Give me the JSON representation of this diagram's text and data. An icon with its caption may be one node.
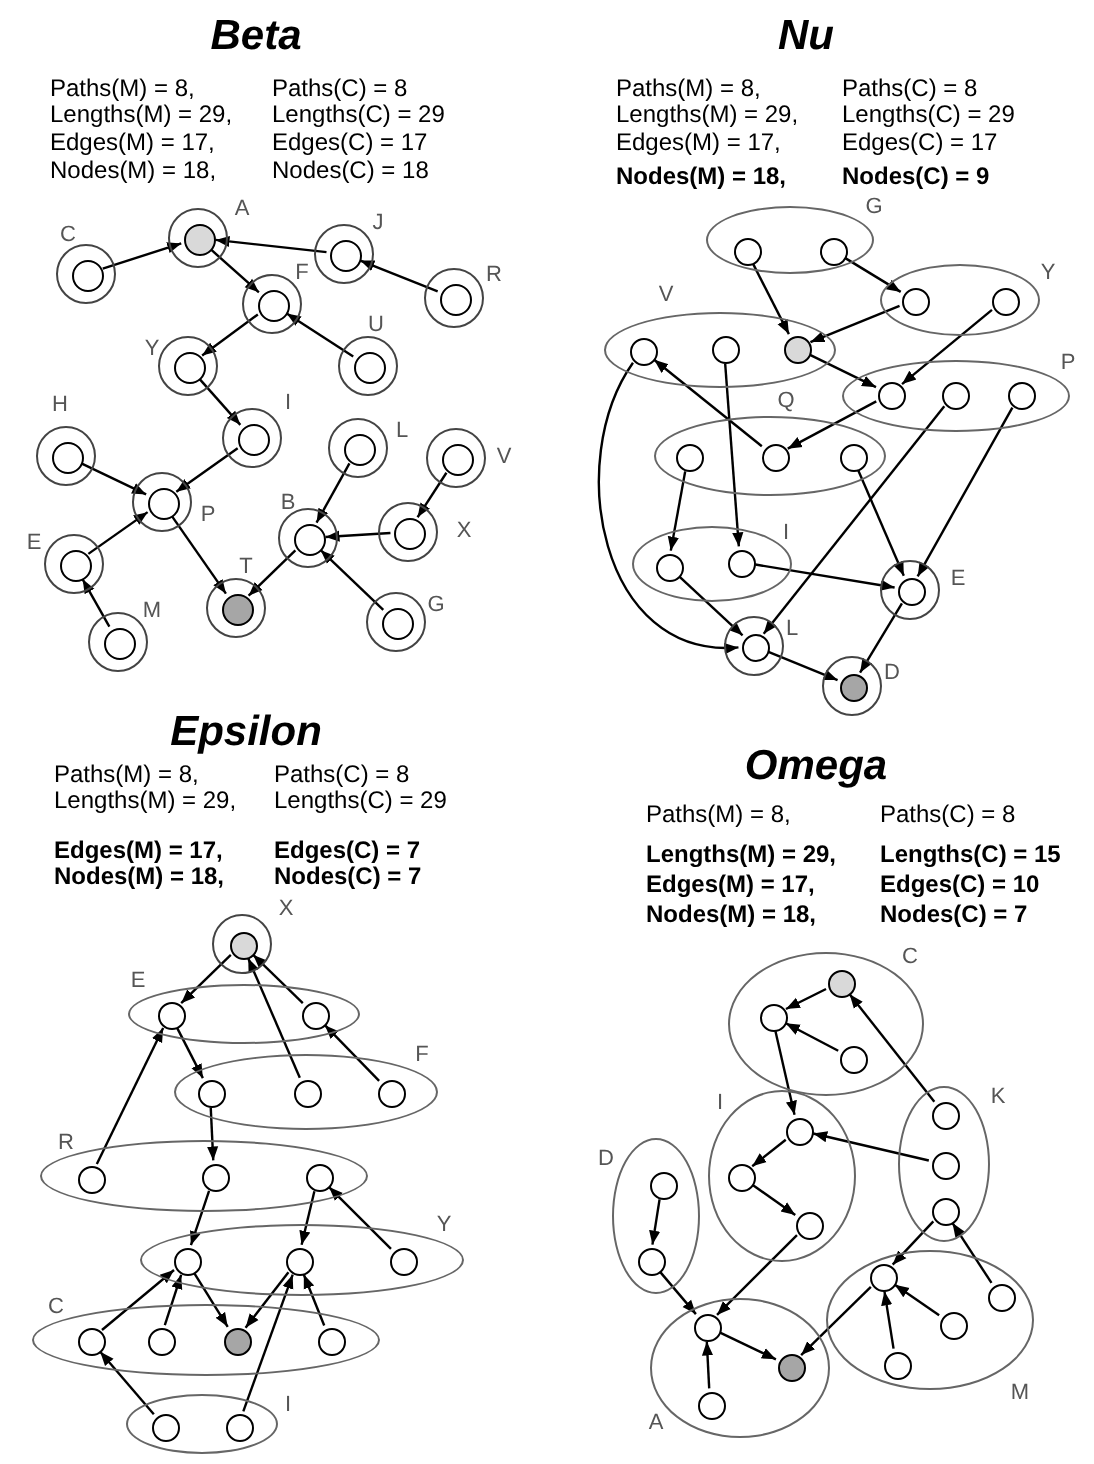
{
  "diagram": {
    "nodes": [
      {
        "text": [],
        "shape": "circle",
        "beside": [
          "A"
        ]
      },
      {
        "text": [],
        "shape": "circle",
        "in": 0
      },
      {
        "text": [],
        "shape": "circle",
        "beside": [
          "J"
        ]
      },
      {
        "text": [],
        "shape": "circle",
        "in": 2
      },
      {
        "text": [],
        "shape": "circle",
        "beside": [
          "C"
        ]
      },
      {
        "text": [],
        "shape": "circle",
        "in": 4
      },
      {
        "text": [],
        "shape": "circle",
        "beside": [
          "R"
        ]
      },
      {
        "text": [],
        "shape": "circle",
        "in": 6
      },
      {
        "text": [],
        "shape": "circle",
        "beside": [
          "F"
        ]
      },
      {
        "text": [],
        "shape": "circle",
        "in": 8
      },
      {
        "text": [],
        "shape": "circle",
        "beside": [
          "Y"
        ]
      },
      {
        "text": [],
        "shape": "circle",
        "in": 10
      },
      {
        "text": [],
        "shape": "circle",
        "beside": [
          "U"
        ]
      },
      {
        "text": [],
        "shape": "circle",
        "in": 12
      },
      {
        "text": [],
        "shape": "circle",
        "beside": [
          "I"
        ]
      },
      {
        "text": [],
        "shape": "circle",
        "in": 14
      },
      {
        "text": [],
        "shape": "circle",
        "beside": [
          "L"
        ]
      },
      {
        "text": [],
        "shape": "circle",
        "in": 16
      },
      {
        "text": [],
        "shape": "circle",
        "beside": [
          "H"
        ]
      },
      {
        "text": [],
        "shape": "circle",
        "in": 18
      },
      {
        "text": [],
        "shape": "circle",
        "beside": [
          "V"
        ]
      },
      {
        "text": [],
        "shape": "circle",
        "in": 20
      },
      {
        "text": [],
        "shape": "circle",
        "beside": [
          "P"
        ]
      },
      {
        "text": [],
        "shape": "circle",
        "in": 22
      },
      {
        "text": [],
        "shape": "circle",
        "beside": [
          "X"
        ]
      },
      {
        "text": [],
        "shape": "circle",
        "in": 24
      },
      {
        "text": [],
        "shape": "circle",
        "beside": [
          "B"
        ]
      },
      {
        "text": [],
        "shape": "circle",
        "in": 26
      },
      {
        "text": [],
        "shape": "circle",
        "beside": [
          "E"
        ]
      },
      {
        "text": [],
        "shape": "circle",
        "in": 28
      },
      {
        "text": [],
        "shape": "circle",
        "beside": [
          "T"
        ]
      },
      {
        "text": [],
        "shape": "circle",
        "in": 30
      },
      {
        "text": [],
        "shape": "circle",
        "beside": [
          "G"
        ]
      },
      {
        "text": [],
        "shape": "circle",
        "in": 32
      },
      {
        "text": [],
        "shape": "circle",
        "beside": [
          "M"
        ]
      },
      {
        "text": [],
        "shape": "circle",
        "in": 34
      },
      {
        "text": [],
        "shape": "ellipse",
        "beside": [
          "G"
        ]
      },
      {
        "text": [],
        "shape": "circle",
        "in": 36
      },
      {
        "text": [],
        "shape": "circle",
        "in": 36
      },
      {
        "text": [],
        "shape": "ellipse",
        "beside": [
          "Y"
        ]
      },
      {
        "text": [],
        "shape": "circle",
        "in": 39
      },
      {
        "text": [],
        "shape": "circle",
        "in": 39
      },
      {
        "text": [],
        "shape": "ellipse",
        "beside": [
          "V"
        ]
      },
      {
        "text": [],
        "shape": "circle",
        "in": 42
      },
      {
        "text": [],
        "shape": "circle",
        "in": 42
      },
      {
        "text": [],
        "shape": "circle",
        "in": 42
      },
      {
        "text": [],
        "shape": "ellipse",
        "beside": [
          "P"
        ]
      },
      {
        "text": [],
        "shape": "circle",
        "in": 46
      },
      {
        "text": [],
        "shape": "circle",
        "in": 46
      },
      {
        "text": [],
        "shape": "circle",
        "in": 46
      },
      {
        "text": [],
        "shape": "ellipse",
        "beside": [
          "Q"
        ]
      },
      {
        "text": [],
        "shape": "circle",
        "in": 50
      },
      {
        "text": [],
        "shape": "circle",
        "in": 50
      },
      {
        "text": [],
        "shape": "circle",
        "in": 50
      },
      {
        "text": [],
        "shape": "ellipse",
        "beside": [
          "I"
        ]
      },
      {
        "text": [],
        "shape": "circle",
        "in": 54
      },
      {
        "text": [],
        "shape": "circle",
        "in": 54
      },
      {
        "text": [],
        "shape": "circle",
        "beside": [
          "E"
        ]
      },
      {
        "text": [],
        "shape": "circle",
        "in": 57
      },
      {
        "text": [],
        "shape": "circle",
        "beside": [
          "L"
        ]
      },
      {
        "text": [],
        "shape": "circle",
        "in": 59
      },
      {
        "text": [],
        "shape": "circle",
        "beside": [
          "D"
        ]
      },
      {
        "text": [],
        "shape": "circle",
        "in": 61
      },
      {
        "text": [],
        "shape": "circle",
        "beside": [
          "X"
        ]
      },
      {
        "text": [],
        "shape": "circle",
        "in": 63
      },
      {
        "text": [],
        "shape": "ellipse",
        "beside": [
          "E"
        ]
      },
      {
        "text": [],
        "shape": "circle",
        "in": 65
      },
      {
        "text": [],
        "shape": "circle",
        "in": 65
      },
      {
        "text": [],
        "shape": "ellipse",
        "beside": [
          "F"
        ]
      },
      {
        "text": [],
        "shape": "circle",
        "in": 68
      },
      {
        "text": [],
        "shape": "circle",
        "in": 68
      },
      {
        "text": [],
        "shape": "circle",
        "in": 68
      },
      {
        "text": [],
        "shape": "ellipse",
        "beside": [
          "R"
        ]
      },
      {
        "text": [],
        "shape": "circle",
        "in": 72
      },
      {
        "text": [],
        "shape": "circle",
        "in": 72
      },
      {
        "text": [],
        "shape": "circle",
        "in": 72
      },
      {
        "text": [],
        "shape": "ellipse",
        "beside": [
          "Y"
        ]
      },
      {
        "text": [],
        "shape": "circle",
        "in": 76
      },
      {
        "text": [],
        "shape": "circle",
        "in": 76
      },
      {
        "text": [],
        "shape": "circle",
        "in": 76
      },
      {
        "text": [],
        "shape": "ellipse",
        "beside": [
          "C"
        ]
      },
      {
        "text": [],
        "shape": "circle",
        "in": 80
      },
      {
        "text": [],
        "shape": "circle",
        "in": 80
      },
      {
        "text": [],
        "shape": "circle",
        "in": 80
      },
      {
        "text": [],
        "shape": "circle",
        "in": 80
      },
      {
        "text": [],
        "shape": "ellipse",
        "beside": [
          "I"
        ]
      },
      {
        "text": [],
        "shape": "circle",
        "in": 85
      },
      {
        "text": [],
        "shape": "circle",
        "in": 85
      },
      {
        "text": [],
        "shape": "ellipse",
        "beside": [
          "C"
        ]
      },
      {
        "text": [],
        "shape": "circle",
        "in": 88
      },
      {
        "text": [],
        "shape": "circle",
        "in": 88
      },
      {
        "text": [],
        "shape": "circle",
        "in": 88
      },
      {
        "text": [],
        "shape": "ellipse",
        "beside": [
          "I"
        ]
      },
      {
        "text": [],
        "shape": "circle",
        "in": 92
      },
      {
        "text": [],
        "shape": "circle",
        "in": 92
      },
      {
        "text": [],
        "shape": "circle",
        "in": 92
      },
      {
        "text": [],
        "shape": "ellipse",
        "beside": [
          "K"
        ]
      },
      {
        "text": [],
        "shape": "circle",
        "in": 96
      },
      {
        "text": [],
        "shape": "circle",
        "in": 96
      },
      {
        "text": [],
        "shape": "circle",
        "in": 96
      },
      {
        "text": [],
        "shape": "ellipse",
        "beside": [
          "D"
        ]
      },
      {
        "text": [],
        "shape": "circle",
        "in": 100
      },
      {
        "text": [],
        "shape": "circle",
        "in": 100
      },
      {
        "text": [],
        "shape": "ellipse",
        "beside": [
          "A"
        ]
      },
      {
        "text": [],
        "shape": "circle",
        "in": 103
      },
      {
        "text": [],
        "shape": "circle",
        "in": 103
      },
      {
        "text": [],
        "shape": "circle",
        "in": 103
      },
      {
        "text": [],
        "shape": "ellipse",
        "beside": [
          "M"
        ]
      },
      {
        "text": [],
        "shape": "circle",
        "in": 107
      },
      {
        "text": [],
        "shape": "circle",
        "in": 107
      },
      {
        "text": [],
        "shape": "circle",
        "in": 107
      },
      {
        "text": [],
        "shape": "circle",
        "in": 107
      }
    ],
    "edges": [
      {
        "from": 5,
        "to": 1,
        "arrow": "to"
      },
      {
        "from": 3,
        "to": 1,
        "arrow": "to"
      },
      {
        "from": 7,
        "to": 3,
        "arrow": "to"
      },
      {
        "from": 1,
        "to": 9,
        "arrow": "to"
      },
      {
        "from": 13,
        "to": 9,
        "arrow": "to"
      },
      {
        "from": 9,
        "to": 11,
        "arrow": "to"
      },
      {
        "from": 11,
        "to": 15,
        "arrow": "to"
      },
      {
        "from": 15,
        "to": 23,
        "arrow": "to"
      },
      {
        "from": 19,
        "to": 23,
        "arrow": "to"
      },
      {
        "from": 29,
        "to": 23,
        "arrow": "to"
      },
      {
        "from": 35,
        "to": 29,
        "arrow": "to"
      },
      {
        "from": 23,
        "to": 31,
        "arrow": "to"
      },
      {
        "from": 27,
        "to": 31,
        "arrow": "to"
      },
      {
        "from": 17,
        "to": 27,
        "arrow": "to"
      },
      {
        "from": 25,
        "to": 27,
        "arrow": "to"
      },
      {
        "from": 33,
        "to": 27,
        "arrow": "to"
      },
      {
        "from": 21,
        "to": 25,
        "arrow": "to"
      },
      {
        "from": 37,
        "to": 45,
        "arrow": "to"
      },
      {
        "from": 38,
        "to": 40,
        "arrow": "to"
      },
      {
        "from": 40,
        "to": 45,
        "arrow": "to"
      },
      {
        "from": 41,
        "to": 47,
        "arrow": "to"
      },
      {
        "from": 45,
        "to": 47,
        "arrow": "to"
      },
      {
        "from": 47,
        "to": 52,
        "arrow": "to"
      },
      {
        "from": 52,
        "to": 43,
        "arrow": "to"
      },
      {
        "from": 44,
        "to": 56,
        "arrow": "to"
      },
      {
        "from": 51,
        "to": 55,
        "arrow": "to"
      },
      {
        "from": 53,
        "to": 58,
        "arrow": "to"
      },
      {
        "from": 49,
        "to": 58,
        "arrow": "to"
      },
      {
        "from": 56,
        "to": 58,
        "arrow": "to"
      },
      {
        "from": 55,
        "to": 60,
        "arrow": "to"
      },
      {
        "from": 48,
        "to": 60,
        "arrow": "to"
      },
      {
        "from": 43,
        "to": 60,
        "arrow": "to"
      },
      {
        "from": 60,
        "to": 62,
        "arrow": "to"
      },
      {
        "from": 58,
        "to": 62,
        "arrow": "to"
      },
      {
        "from": 64,
        "to": 66,
        "arrow": "to"
      },
      {
        "from": 67,
        "to": 64,
        "arrow": "to"
      },
      {
        "from": 70,
        "to": 64,
        "arrow": "to"
      },
      {
        "from": 71,
        "to": 67,
        "arrow": "to"
      },
      {
        "from": 66,
        "to": 69,
        "arrow": "to"
      },
      {
        "from": 73,
        "to": 66,
        "arrow": "to"
      },
      {
        "from": 69,
        "to": 74,
        "arrow": "to"
      },
      {
        "from": 74,
        "to": 77,
        "arrow": "to"
      },
      {
        "from": 75,
        "to": 78,
        "arrow": "to"
      },
      {
        "from": 79,
        "to": 75,
        "arrow": "to"
      },
      {
        "from": 81,
        "to": 77,
        "arrow": "to"
      },
      {
        "from": 82,
        "to": 77,
        "arrow": "to"
      },
      {
        "from": 77,
        "to": 83,
        "arrow": "to"
      },
      {
        "from": 78,
        "to": 83,
        "arrow": "to"
      },
      {
        "from": 84,
        "to": 78,
        "arrow": "to"
      },
      {
        "from": 86,
        "to": 81,
        "arrow": "to"
      },
      {
        "from": 87,
        "to": 78,
        "arrow": "to"
      },
      {
        "from": 89,
        "to": 90,
        "arrow": "to"
      },
      {
        "from": 91,
        "to": 90,
        "arrow": "to"
      },
      {
        "from": 97,
        "to": 89,
        "arrow": "to"
      },
      {
        "from": 90,
        "to": 93,
        "arrow": "to"
      },
      {
        "from": 98,
        "to": 93,
        "arrow": "to"
      },
      {
        "from": 93,
        "to": 94,
        "arrow": "to"
      },
      {
        "from": 94,
        "to": 95,
        "arrow": "to"
      },
      {
        "from": 95,
        "to": 104,
        "arrow": "to"
      },
      {
        "from": 101,
        "to": 102,
        "arrow": "to"
      },
      {
        "from": 102,
        "to": 104,
        "arrow": "to"
      },
      {
        "from": 106,
        "to": 104,
        "arrow": "to"
      },
      {
        "from": 104,
        "to": 105,
        "arrow": "to"
      },
      {
        "from": 108,
        "to": 105,
        "arrow": "to"
      },
      {
        "from": 99,
        "to": 108,
        "arrow": "to"
      },
      {
        "from": 109,
        "to": 99,
        "arrow": "to"
      },
      {
        "from": 110,
        "to": 108,
        "arrow": "to"
      },
      {
        "from": 111,
        "to": 108,
        "arrow": "to"
      }
    ],
    "labels": [
      "Beta",
      "Paths(M) = 8,",
      "Paths(C) = 8",
      "Lengths(M) = 29,",
      "Lengths(C) = 29",
      "Edges(M) = 17,",
      "Edges(C) = 17",
      "Nodes(M) = 18,",
      "Nodes(C) = 18",
      "Nu",
      "Paths(M) = 8,",
      "Paths(C) = 8",
      "Lengths(M) = 29,",
      "Lengths(C) = 29",
      "Edges(M) = 17,",
      "Edges(C) = 17",
      "Nodes(M) = 18,",
      "Nodes(C) = 9",
      "Epsilon",
      "Paths(M) = 8,",
      "Paths(C) = 8",
      "Lengths(M) = 29,",
      "Lengths(C) = 29",
      "Edges(M) = 17,",
      "Edges(C) = 7",
      "Nodes(M) = 18,",
      "Nodes(C) = 7",
      "Omega",
      "Paths(M) = 8,",
      "Paths(C) = 8",
      "Lengths(M) = 29,",
      "Lengths(C) = 15",
      "Edges(M) = 17,",
      "Edges(C) = 10",
      "Nodes(M) = 18,",
      "Nodes(C) = 7"
    ]
  }
}
